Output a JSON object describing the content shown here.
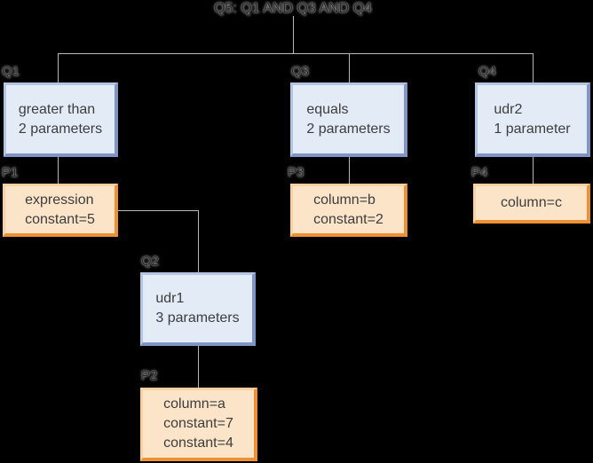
{
  "diagram": {
    "title": "Q5: Q1 AND Q3 AND Q4",
    "nodes": {
      "q1": {
        "label": "Q1",
        "line1": "greater than",
        "line2": "2 parameters"
      },
      "q2": {
        "label": "Q2",
        "line1": "udr1",
        "line2": "3 parameters"
      },
      "q3": {
        "label": "Q3",
        "line1": "equals",
        "line2": "2 parameters"
      },
      "q4": {
        "label": "Q4",
        "line1": "udr2",
        "line2": "1 parameter"
      },
      "p1": {
        "label": "P1",
        "line1": "expression",
        "line2": "constant=5"
      },
      "p2": {
        "label": "P2",
        "line1": "column=a",
        "line2": "constant=7",
        "line3": "constant=4"
      },
      "p3": {
        "label": "P3",
        "line1": "column=b",
        "line2": "constant=2"
      },
      "p4": {
        "label": "P4",
        "line1": "column=c"
      }
    },
    "edges": [
      {
        "from": "Q5",
        "to": "Q1"
      },
      {
        "from": "Q5",
        "to": "Q3"
      },
      {
        "from": "Q5",
        "to": "Q4"
      },
      {
        "from": "Q1",
        "to": "P1"
      },
      {
        "from": "P1",
        "to": "Q2"
      },
      {
        "from": "Q2",
        "to": "P2"
      },
      {
        "from": "Q3",
        "to": "P3"
      },
      {
        "from": "Q4",
        "to": "P4"
      }
    ]
  },
  "colors": {
    "background": "#000000",
    "line": "#b8b8b8",
    "label_text": "#262626",
    "label_halo": "#d8d8d8",
    "text": "#3d3d3d",
    "blue_fill": "#e3ebf7",
    "blue_border_light": "#b5c4e0",
    "blue_border_dark": "#8095c3",
    "orange_fill": "#fce4c9",
    "orange_border_light": "#f8d0a2",
    "orange_border_dark": "#ee9036"
  }
}
